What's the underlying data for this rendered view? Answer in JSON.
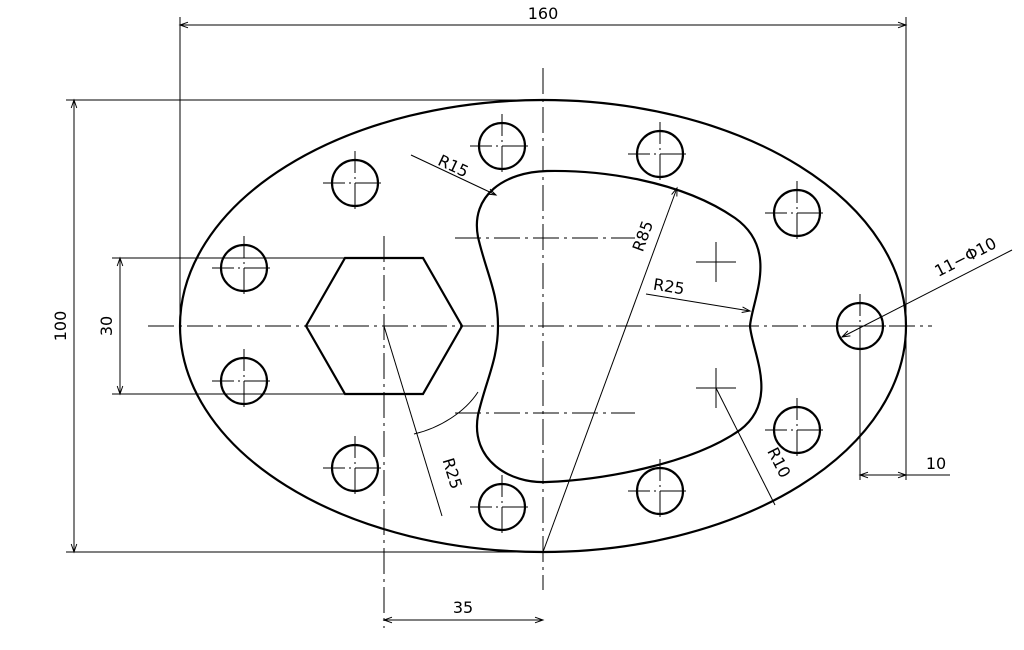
{
  "drawing": {
    "dimensions": {
      "overall_width": "160",
      "overall_height": "100",
      "hex_height": "30",
      "hex_offset": "35",
      "edge_hole_offset": "10",
      "holes_callout": "11−Φ10",
      "radius_r15": "R15",
      "radius_r85": "R85",
      "radius_r25_upper": "R25",
      "radius_r25_lower": "R25",
      "radius_r10": "R10"
    },
    "stroke_color": "#000000",
    "background_color": "#ffffff"
  }
}
